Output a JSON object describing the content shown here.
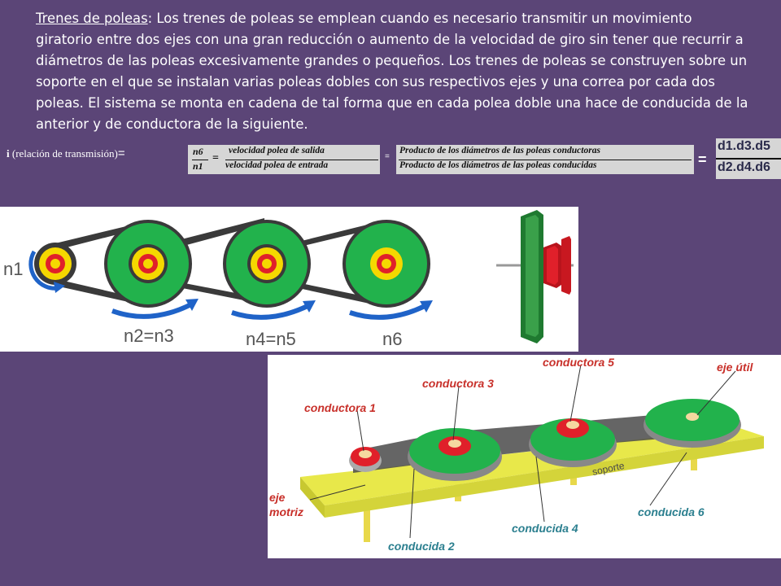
{
  "paragraph": {
    "title": "Trenes de poleas",
    "body": ": Los trenes de poleas se emplean cuando es necesario transmitir un movimiento giratorio entre dos ejes con una gran reducción o aumento de la velocidad de giro sin tener que recurrir a diámetros de las poleas excesivamente grandes o pequeños. Los trenes de poleas se construyen sobre un soporte en el que se instalan varias poleas dobles con sus respectivos ejes y una correa por cada dos poleas. El sistema se monta en cadena de tal forma que en cada polea doble una hace de conducida de la anterior y de conductora de la siguiente."
  },
  "formula": {
    "label_i": "i",
    "label_rest": " (relación de transmisión)",
    "label_eq": "=",
    "f1_num_left": "n6",
    "f1_den_left": "n1",
    "f1_eq": "=",
    "f1_num_right": "velocidad polea de salida",
    "f1_den_right": "velocidad polea de entrada",
    "eq2": "=",
    "f2_num": "Producto de los diámetros de las poleas conductoras",
    "f2_den": "Producto de los diámetros de las poleas conducidas",
    "eq3": "=",
    "f3_num": "d1.d3.d5",
    "f3_den": "d2.d4.d6"
  },
  "diagram_top": {
    "n1": "n1",
    "n2n3": "n2=n3",
    "n4n5": "n4=n5",
    "n6": "n6"
  },
  "diagram_bottom": {
    "conductora1": "conductora 1",
    "conductora3": "conductora 3",
    "conductora5": "conductora 5",
    "eje_util": "eje útil",
    "eje_motriz_1": "eje",
    "eje_motriz_2": "motriz",
    "conducida2": "conducida 2",
    "conducida4": "conducida 4",
    "conducida6": "conducida 6",
    "soporte": "soporte"
  },
  "colors": {
    "background": "#5b4577",
    "pulley_green": "#22b24c",
    "pulley_red": "#e0202a",
    "pulley_yellow": "#f5d800",
    "arrow_blue": "#1f63c8",
    "label_red": "#c8302a",
    "label_teal": "#2b7f8f"
  }
}
